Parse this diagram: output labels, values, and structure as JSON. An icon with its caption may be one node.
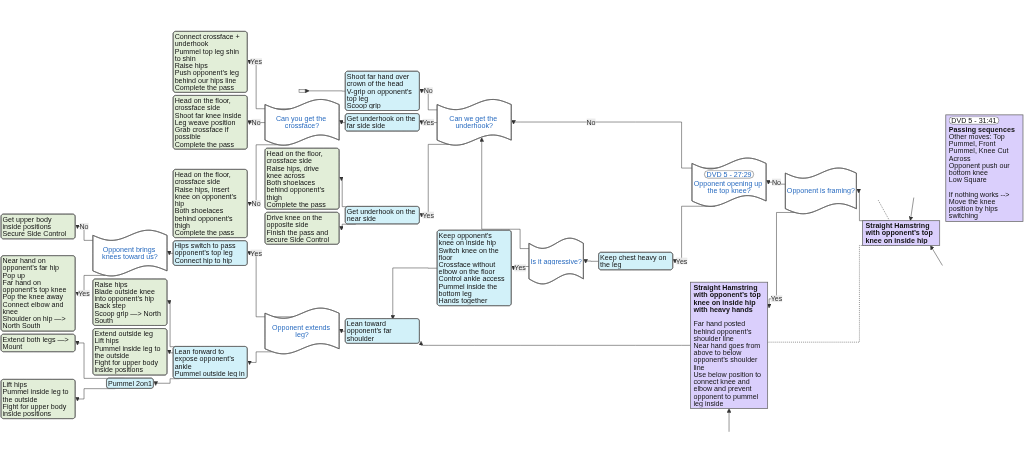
{
  "diagram": {
    "nodes": [
      {
        "text": [],
        "shape": "box"
      },
      {
        "text": [
          "Connect crossface + underhook",
          "Pummel top leg shin to shin",
          "Raise hips",
          "Push opponent’s leg behind our hips line",
          "Complete the pass"
        ]
      },
      {
        "text": [
          "Shoot far hand over crown of the head",
          "V-grip on opponent’s top leg",
          "Scoop grip"
        ]
      },
      {
        "text": [
          "Head on the floor, crossface side",
          "Shoot far knee inside",
          "Leg weave position",
          "Grab crossface if possible",
          "Complete the pass"
        ]
      },
      {
        "text": [
          "Can you get the crossface?"
        ]
      },
      {
        "text": [
          "Get underhook on the far side side"
        ]
      },
      {
        "text": [
          "Can we get the underhook?"
        ]
      },
      {
        "text": [
          "DVD 5 - 27:29",
          "Opponent opening up the top knee?"
        ]
      },
      {
        "text": [
          "Opponent is framing?"
        ]
      },
      {
        "text": [
          "Straight Hamstring",
          "with opponent’s top knee on inside hip"
        ]
      },
      {
        "text": [
          "Head on the floor, crossface side",
          "Raise hips, insert knee on opponent’s hip",
          "Both shoelaces behind opponent’s thigh",
          "Complete the pass"
        ]
      },
      {
        "text": [
          "Head on the floor, crossface side",
          "Raise hips, drive knee across",
          "Both shoelaces behind opponent’s thigh",
          "Complete the pass"
        ]
      },
      {
        "text": [
          "Get underhook on the near side"
        ]
      },
      {
        "text": [
          "Keep chest heavy on the leg"
        ]
      },
      {
        "text": [
          "Drive knee on the opposite side",
          "Finish the pass and secure Side Control"
        ]
      },
      {
        "text": [
          "Is it aggressive?"
        ]
      },
      {
        "text": [
          "Get upper body inside positions",
          "Secure Side Control"
        ]
      },
      {
        "text": [
          "Keep opponent’s knee on inside hip",
          "Switch knee on the floor",
          "Crossface without elbow on the floor",
          "Control ankle access",
          "Pummel inside the bottom leg",
          "Hands together"
        ]
      },
      {
        "text": [
          "Opponent brings knees toward us?"
        ]
      },
      {
        "text": [
          "Hips switch to pass opponent’s top leg",
          "Connect hip to hip"
        ]
      },
      {
        "text": [
          "Opponent extends leg?"
        ]
      },
      {
        "text": [
          "DVD 5 - 31:41",
          "Passing sequences",
          "Other moves: Top Pummel, Front Pummel, Knee Cut Across",
          "Opponent push our bottom knee",
          "Low Square",
          "If nothing works --> Move the knee position by hips switching"
        ]
      },
      {
        "text": [
          "Near hand on opponent’s far hip",
          "Pop up",
          "Far hand on opponent’s top knee",
          "Pop the knee away",
          "Connect elbow and knee",
          "Shoulder on hip —> North South"
        ]
      },
      {
        "text": [
          "Lean forward to expose opponent’s ankle",
          "Pummel outside leg in"
        ]
      },
      {
        "text": [
          "Lean toward opponent’s far shoulder"
        ]
      },
      {
        "text": [
          "Straight Hamstring",
          "with opponent’s top knee on inside hip",
          "with heavy hands",
          "Far hand posted behind opponent’s shoulder line",
          "Near hand goes from above to below opponent’s shoulder line",
          "Use below position to connect knee and elbow and prevent opponent to pummel leg inside"
        ]
      },
      {
        "text": [
          "Raise hips",
          "Blade outside knee into opponent’s hip",
          "Back step",
          "Scoop grip —> North South"
        ]
      },
      {
        "text": [
          "Extend outside leg",
          "Lift hips",
          "Pummel inside leg to the outside",
          "Fight for upper body inside positions"
        ]
      },
      {
        "text": [
          "Pummel 2on1"
        ]
      },
      {
        "text": [
          "Extend both legs —> Mount"
        ]
      },
      {
        "text": [
          "Lift hips",
          "Pummel inside leg to the outside",
          "Fight for upper body inside positions"
        ]
      }
    ],
    "edges": [
      {
        "from": 2,
        "to": 0,
        "arrow": "to"
      },
      {
        "from": 4,
        "to": 1,
        "arrow": "to",
        "label": "Yes"
      },
      {
        "from": 4,
        "to": 3,
        "arrow": "to",
        "label": "No"
      },
      {
        "from": 4,
        "to": 10,
        "arrow": "to",
        "label": "No"
      },
      {
        "from": 5,
        "to": 4,
        "arrow": "to"
      },
      {
        "from": 6,
        "to": 2,
        "arrow": "to",
        "label": "No"
      },
      {
        "from": 6,
        "to": 5,
        "arrow": "to",
        "label": "Yes"
      },
      {
        "from": 6,
        "to": 12,
        "arrow": "to",
        "label": "Yes"
      },
      {
        "from": 7,
        "to": 6,
        "arrow": "to",
        "label": "No"
      },
      {
        "from": 7,
        "to": 13,
        "arrow": "to",
        "label": "Yes"
      },
      {
        "from": 8,
        "to": 7,
        "arrow": "to",
        "label": "No"
      },
      {
        "from": 8,
        "to": 25,
        "arrow": "to",
        "label": "Yes"
      },
      {
        "from": 9,
        "to": 8,
        "arrow": "to"
      },
      {
        "from": null,
        "to": 9,
        "arrow": "to"
      },
      {
        "from": 9,
        "to": null,
        "arrow": "none",
        "style": "dashed"
      },
      {
        "from": null,
        "to": 9,
        "arrow": "to"
      },
      {
        "from": 9,
        "to": 25,
        "arrow": "none",
        "style": "dashed"
      },
      {
        "from": 12,
        "to": 11,
        "arrow": "to"
      },
      {
        "from": 12,
        "to": 14,
        "arrow": "to"
      },
      {
        "from": 13,
        "to": 15,
        "arrow": "to"
      },
      {
        "from": 15,
        "to": 17,
        "arrow": "to",
        "label": "Yes"
      },
      {
        "from": 15,
        "to": 6,
        "arrow": "to"
      },
      {
        "from": 18,
        "to": 16,
        "arrow": "to",
        "label": "No"
      },
      {
        "from": 18,
        "to": 22,
        "arrow": "to",
        "label": "Yes"
      },
      {
        "from": 19,
        "to": 18,
        "arrow": "to"
      },
      {
        "from": 20,
        "to": 19,
        "arrow": "to",
        "label": "Yes"
      },
      {
        "from": 20,
        "to": 23,
        "arrow": "to"
      },
      {
        "from": 24,
        "to": 20,
        "arrow": "to"
      },
      {
        "from": 17,
        "to": 24,
        "arrow": "to"
      },
      {
        "from": 25,
        "to": 24,
        "arrow": "to"
      },
      {
        "from": 23,
        "to": 26,
        "arrow": "to"
      },
      {
        "from": 23,
        "to": 27,
        "arrow": "to"
      },
      {
        "from": 23,
        "to": 28,
        "arrow": "to"
      },
      {
        "from": 28,
        "to": 29,
        "arrow": "to"
      },
      {
        "from": 28,
        "to": 30,
        "arrow": "to"
      },
      {
        "from": null,
        "to": 25,
        "arrow": "to"
      }
    ]
  }
}
